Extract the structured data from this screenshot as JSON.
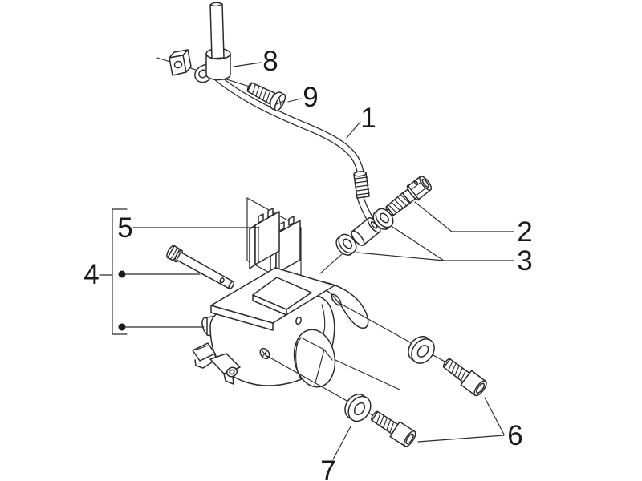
{
  "diagram": {
    "background_color": "#ffffff",
    "line_color": "#2b2b2b",
    "callouts": [
      {
        "label": "1"
      },
      {
        "label": "2"
      },
      {
        "label": "3"
      },
      {
        "label": "4"
      },
      {
        "label": "5"
      },
      {
        "label": "6"
      },
      {
        "label": "7"
      },
      {
        "label": "8"
      },
      {
        "label": "9"
      }
    ]
  }
}
